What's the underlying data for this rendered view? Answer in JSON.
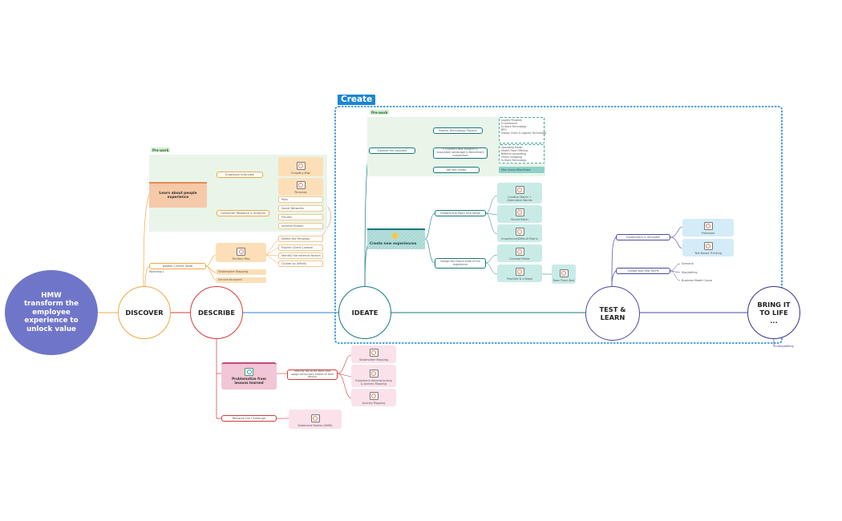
{
  "colors": {
    "hmw": "#6f76c9",
    "discover": "#f0a840",
    "describe": "#d63a3a",
    "ideate": "#157a80",
    "test": "#4a48a8",
    "bring": "#3c2f8c",
    "create_frame": "#1a86d4",
    "blue_line": "#2f80c8"
  },
  "hmw": {
    "text": "HMW transform the employee experience to unlock value"
  },
  "phases": {
    "discover": "DISCOVER",
    "describe": "DESCRIBE",
    "ideate": "IDEATE",
    "test": "TEST & LEARN",
    "bring": "BRING IT TO LIFE ..."
  },
  "create_label": "Create",
  "discover_branch": {
    "prework_tag": "Pre-work",
    "learn": "Learn about people experience",
    "employee_interview": "Employee Interview",
    "consumer_research": "Consumer Research & Analysis",
    "empathy_map": "Empathy Map",
    "personas": "Personas",
    "consumer_items": [
      "Polls",
      "Social Networks",
      "Forums",
      "Internet Etation"
    ],
    "assess": "Assess Current State",
    "workshop": "Workshop 1",
    "territory_map": "Territory Map",
    "territory_items": [
      "Define the Personas",
      "Explain Client Context",
      "Identify the external factors",
      "Cluster by Affinity"
    ],
    "stakeholder_mapping": "Stakeholder Mapping",
    "service_blueprint": "Service blueprint"
  },
  "describe_branch": {
    "problematize": "Problematize from lessons learned",
    "identify_job": "Identify Job to be done and usage consumers makes of their device",
    "stakeholder_mapping": "Stakeholder Mapping",
    "experience_mapping": "Experience deconstructing & Journey Mapping",
    "journey_mapping": "Journey Mapping",
    "reframe": "Reframe the Challenge",
    "statement": "Statement Starter (HMW)"
  },
  "ideate_branch": {
    "prework_tag": "Pre-work",
    "explore": "Explore the possible",
    "assess_tech": "Assess Technology Players",
    "tech_list": [
      "Loyalty Program",
      "E-commerce",
      "In-Store Technology",
      "BPO",
      "Supply Chain & Logistic Technology"
    ],
    "explore_cross": "E-Explore cross industry & ecosystem landscape & Benchmark competitors",
    "cross_list": [
      "Operating Model",
      "Health Food Offering",
      "Referral consenting",
      "Online shopping",
      "In-Store Technology"
    ],
    "set_vision": "Set the Vision",
    "mini_manifesto": "Mini-vision/Manifesto",
    "create_new": "Create new experiences",
    "expand": "Expand the Point into Ideas",
    "design_future": "Design the Future state of the experience",
    "ideate_cards": [
      "Creative Matrix + Alternative Worlds",
      "Round Robin",
      "Importance/Difficult Matrix"
    ],
    "concept_poster": "Concept Poster",
    "prioritize": "Prioritize & critique",
    "rose_thorn": "Rose Thorn Bud"
  },
  "test_branch": {
    "experiment": "Experiment & Simulate",
    "prototype": "Prototype",
    "test_thinking": "Test Based Thinking",
    "create_mvps": "Create and Test MVPs",
    "mvp_items": [
      "Scenario",
      "Storytelling",
      "Business Model Canva"
    ]
  },
  "bring_branch": {
    "storytelling": "Storytelling"
  }
}
